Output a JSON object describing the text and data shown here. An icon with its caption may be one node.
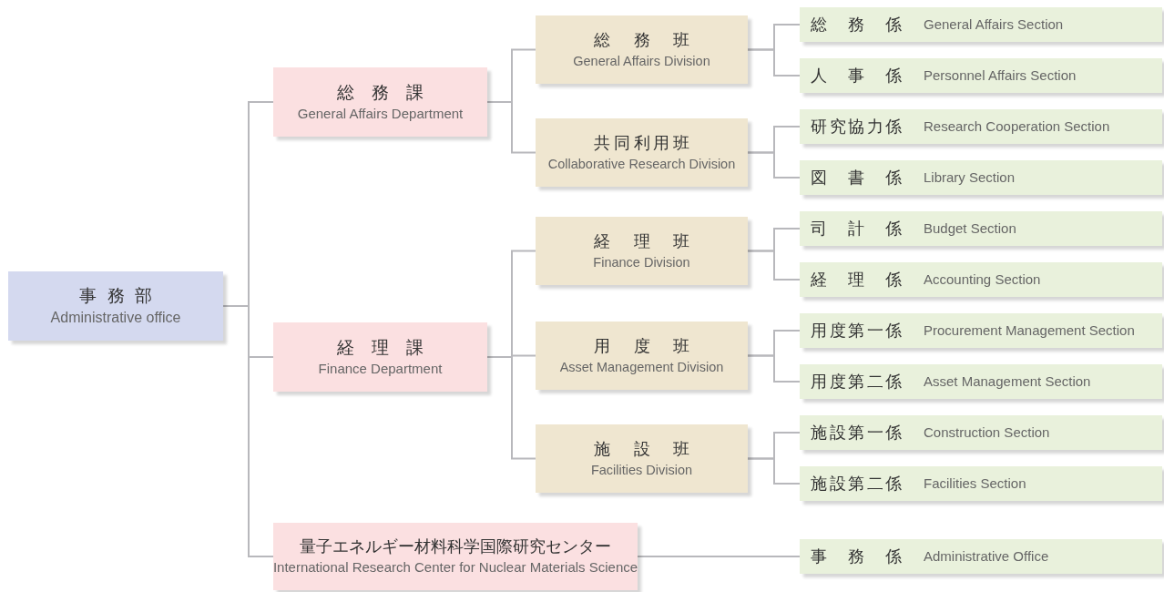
{
  "diagram": {
    "nodes": [
      {
        "text": [
          "事務部",
          "Administrative office"
        ]
      },
      {
        "text": [
          "総務課",
          "General Affairs Department"
        ]
      },
      {
        "text": [
          "総務班",
          "General Affairs Division"
        ]
      },
      {
        "text": [
          "総務係",
          "General Affairs Section"
        ]
      },
      {
        "text": [
          "人事係",
          "Personnel Affairs Section"
        ]
      },
      {
        "text": [
          "共同利用班",
          "Collaborative Research Division"
        ]
      },
      {
        "text": [
          "研究協力係",
          "Research Cooperation Section"
        ]
      },
      {
        "text": [
          "図書係",
          "Library Section"
        ]
      },
      {
        "text": [
          "経理課",
          "Finance Department"
        ]
      },
      {
        "text": [
          "経理班",
          "Finance Division"
        ]
      },
      {
        "text": [
          "司計係",
          "Budget Section"
        ]
      },
      {
        "text": [
          "経理係",
          "Accounting Section"
        ]
      },
      {
        "text": [
          "用度班",
          "Asset Management Division"
        ]
      },
      {
        "text": [
          "用度第一係",
          "Procurement Management Section"
        ]
      },
      {
        "text": [
          "用度第二係",
          "Asset Management Section"
        ]
      },
      {
        "text": [
          "施設班",
          "Facilities Division"
        ]
      },
      {
        "text": [
          "施設第一係",
          "Construction Section"
        ]
      },
      {
        "text": [
          "施設第二係",
          "Facilities Section"
        ]
      },
      {
        "text": [
          "量子エネルギー材料科学国際研究センター",
          "International Research Center for Nuclear Materials Science"
        ]
      },
      {
        "text": [
          "事務係",
          "Administrative Office"
        ]
      }
    ],
    "edges": [
      {
        "from": 0,
        "to": 1,
        "arrow": "none"
      },
      {
        "from": 0,
        "to": 8,
        "arrow": "none"
      },
      {
        "from": 0,
        "to": 18,
        "arrow": "none"
      },
      {
        "from": 1,
        "to": 2,
        "arrow": "none"
      },
      {
        "from": 1,
        "to": 5,
        "arrow": "none"
      },
      {
        "from": 2,
        "to": 3,
        "arrow": "none"
      },
      {
        "from": 2,
        "to": 4,
        "arrow": "none"
      },
      {
        "from": 5,
        "to": 6,
        "arrow": "none"
      },
      {
        "from": 5,
        "to": 7,
        "arrow": "none"
      },
      {
        "from": 8,
        "to": 9,
        "arrow": "none"
      },
      {
        "from": 8,
        "to": 12,
        "arrow": "none"
      },
      {
        "from": 8,
        "to": 15,
        "arrow": "none"
      },
      {
        "from": 9,
        "to": 10,
        "arrow": "none"
      },
      {
        "from": 9,
        "to": 11,
        "arrow": "none"
      },
      {
        "from": 12,
        "to": 13,
        "arrow": "none"
      },
      {
        "from": 12,
        "to": 14,
        "arrow": "none"
      },
      {
        "from": 15,
        "to": 16,
        "arrow": "none"
      },
      {
        "from": 15,
        "to": 17,
        "arrow": "none"
      },
      {
        "from": 18,
        "to": 19,
        "arrow": "none"
      }
    ]
  }
}
